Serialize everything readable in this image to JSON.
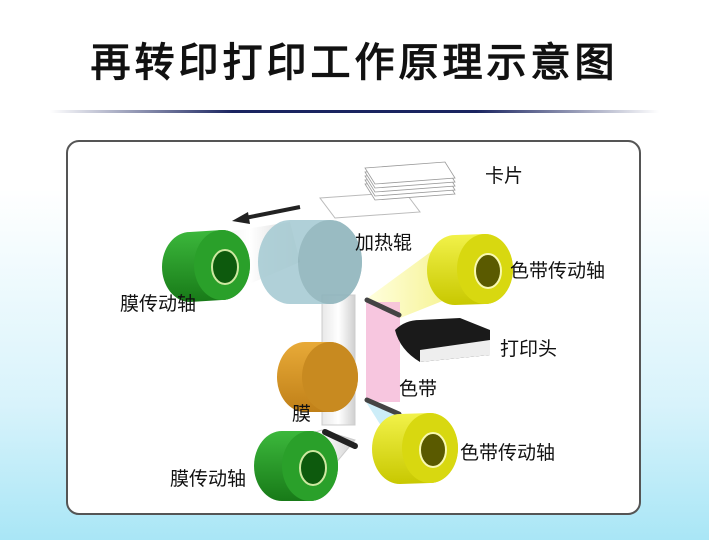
{
  "title": "再转印打印工作原理示意图",
  "labels": {
    "card": "卡片",
    "heat_roller": "加热辊",
    "ribbon_drive_top": "色带传动轴",
    "film_drive_top": "膜传动轴",
    "print_head": "打印头",
    "ribbon": "色带",
    "film": "膜",
    "film_drive_bottom": "膜传动轴",
    "ribbon_drive_bottom": "色带传动轴"
  },
  "colors": {
    "film_roller": "#2a9a2a",
    "heat_roller": "#9cc4cc",
    "pressure_roller": "#d89a2a",
    "ribbon_roller": "#e0e020",
    "ribbon": "#f4b8d8",
    "print_head": "#1a1a1a"
  }
}
